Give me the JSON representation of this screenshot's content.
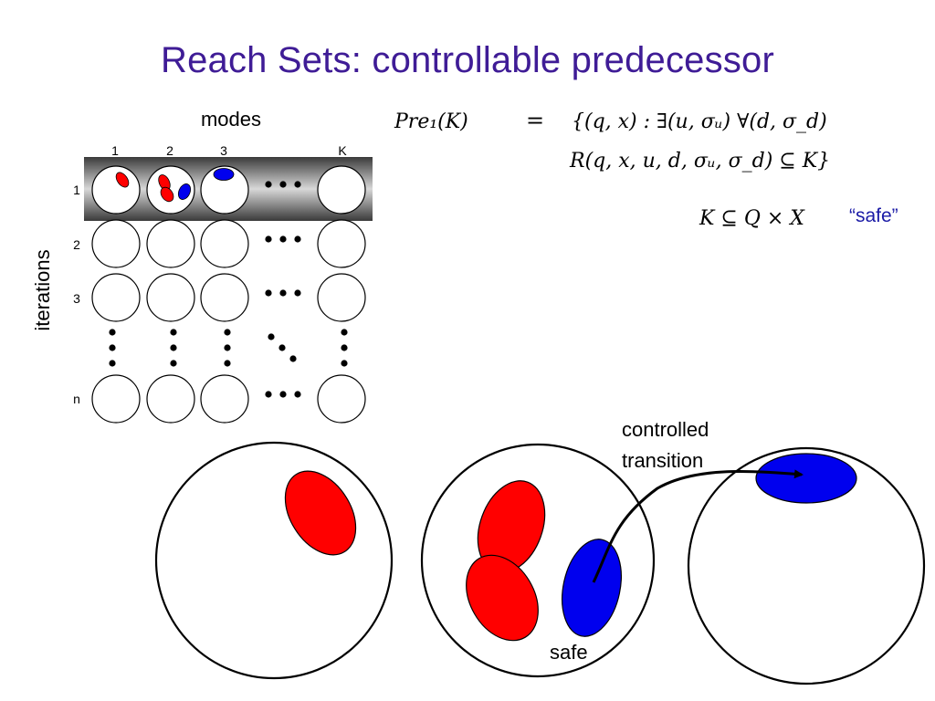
{
  "slide": {
    "title": "Reach Sets:  controllable predecessor"
  },
  "grid": {
    "header_label": "modes",
    "axis_label": "iterations",
    "mode_labels": [
      "1",
      "2",
      "3",
      "K"
    ],
    "iteration_labels": [
      "1",
      "2",
      "3",
      "n"
    ]
  },
  "formula": {
    "lhs": "Pre₁(K)",
    "eq": "=",
    "line1": "{(q, x) : ∃(u, σᵤ) ∀(d, σ_d)",
    "line2": "R(q, x, u, d, σᵤ, σ_d) ⊆ K}"
  },
  "safe_def": {
    "expr": "K ⊆ Q × X",
    "quote": "“safe”"
  },
  "big_diagram": {
    "transition_label_line1": "controlled",
    "transition_label_line2": "transition",
    "safe_label": "safe"
  },
  "colors": {
    "title": "#3f1c96",
    "red_region": "#ff0000",
    "blue_region": "#0000ee",
    "safe_quote": "#1a1aa6"
  }
}
